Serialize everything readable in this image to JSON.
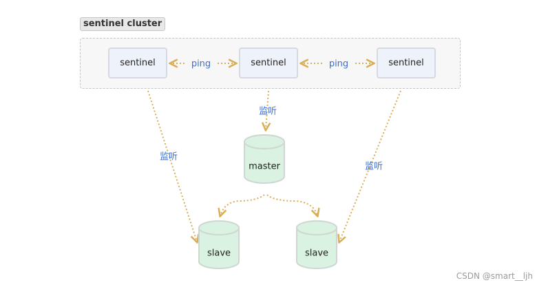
{
  "diagram": {
    "cluster_title": "sentinel cluster",
    "sentinels": [
      {
        "label": "sentinel"
      },
      {
        "label": "sentinel"
      },
      {
        "label": "sentinel"
      }
    ],
    "ping_labels": [
      "ping",
      "ping"
    ],
    "monitor_labels": {
      "left": "监听",
      "center": "监听",
      "right": "监听"
    },
    "master": {
      "label": "master"
    },
    "slaves": [
      {
        "label": "slave"
      },
      {
        "label": "slave"
      }
    ]
  },
  "watermark": "CSDN @smart__ljh",
  "colors": {
    "arrow": "#d9ad57",
    "db_fill": "#d9f2e1",
    "db_stroke": "#cfd6d2",
    "label_text": "#3d6fd0",
    "node_fill": "#eef2fb"
  }
}
